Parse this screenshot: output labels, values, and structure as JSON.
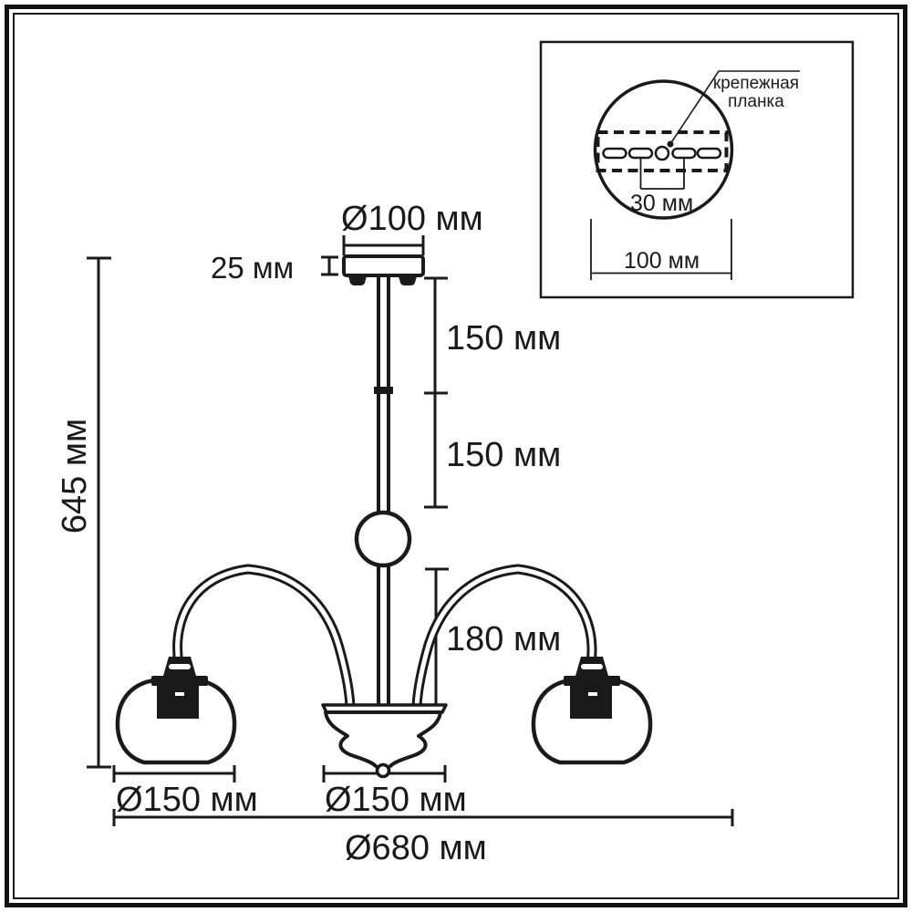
{
  "style": {
    "line_color": "#1a1a1a",
    "background": "#ffffff"
  },
  "inset": {
    "bracket_label_line1": "крепежная",
    "bracket_label_line2": "планка",
    "hole_spacing": "30 мм",
    "bracket_width": "100 мм"
  },
  "dimensions": {
    "canopy_diameter": "Ø100 мм",
    "canopy_height": "25 мм",
    "stem_upper": "150 мм",
    "stem_lower": "150 мм",
    "total_height": "645 мм",
    "arm_height": "180 мм",
    "shade_diameter": "Ø150 мм",
    "center_body_diameter": "Ø150 мм",
    "total_diameter": "Ø680 мм"
  }
}
